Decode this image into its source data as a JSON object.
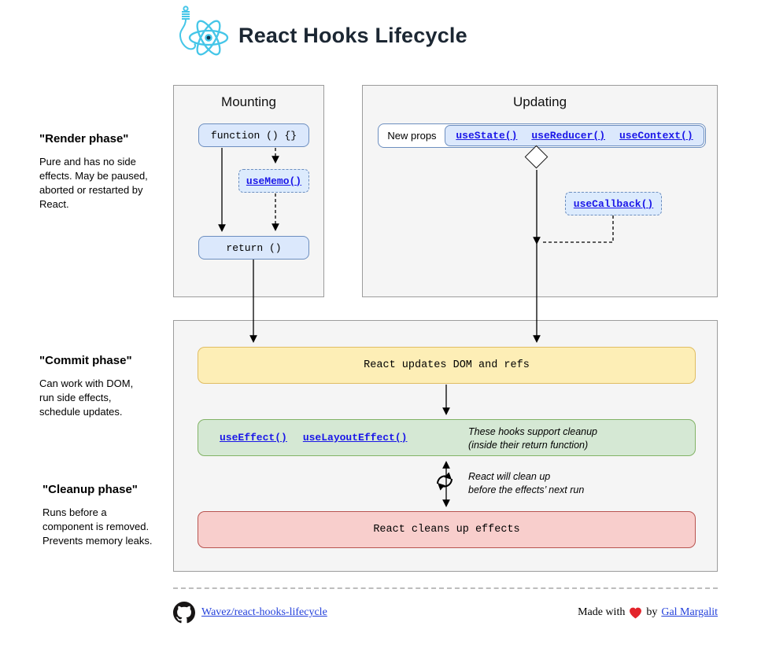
{
  "header": {
    "title": "React Hooks Lifecycle"
  },
  "phases": [
    {
      "title": "\"Render phase\"",
      "lines": [
        "Pure and has no side",
        "effects. May be paused,",
        "aborted or restarted by",
        "React."
      ]
    },
    {
      "title": "\"Commit phase\"",
      "lines": [
        "Can work with DOM,",
        "run side effects,",
        "schedule updates."
      ]
    },
    {
      "title": "\"Cleanup phase\"",
      "lines": [
        "Runs before a",
        "component is removed.",
        "Prevents memory leaks."
      ]
    }
  ],
  "mounting": {
    "title": "Mounting",
    "function_label": "function () {}",
    "usememo_label": "useMemo()",
    "return_label": "return ()"
  },
  "updating": {
    "title": "Updating",
    "new_props_label": "New props",
    "hooks": [
      "useState()",
      "useReducer()",
      "useContext()"
    ],
    "usecallback_label": "useCallback()"
  },
  "commit": {
    "updates_label": "React updates DOM and refs",
    "effect_hooks": [
      "useEffect()",
      "useLayoutEffect()"
    ],
    "effects_note": [
      "These hooks support cleanup",
      "(inside their return function)"
    ],
    "cycle_note": [
      "React will clean up",
      "before the effects’ next run"
    ],
    "cleanup_label": "React cleans up effects"
  },
  "footer": {
    "repo_link": "Wavez/react-hooks-lifecycle",
    "made_with": "Made with",
    "by": "by",
    "author_link": "Gal Margalit"
  },
  "icons": [
    "react-hook-logo-icon",
    "decision-diamond",
    "refresh-icon",
    "github-icon",
    "heart-icon"
  ],
  "colors": {
    "react_blue": "#45c6e8",
    "node_blue_fill": "#dbe8fc",
    "node_blue_border": "#6c8ebf",
    "yellow_fill": "#fdeeb6",
    "yellow_border": "#e0bd62",
    "green_fill": "#d5e8d4",
    "green_border": "#82b366",
    "red_fill": "#f8cecc",
    "red_border": "#b85450",
    "link_blue": "#1a16e8",
    "container_fill": "#f5f5f5"
  }
}
